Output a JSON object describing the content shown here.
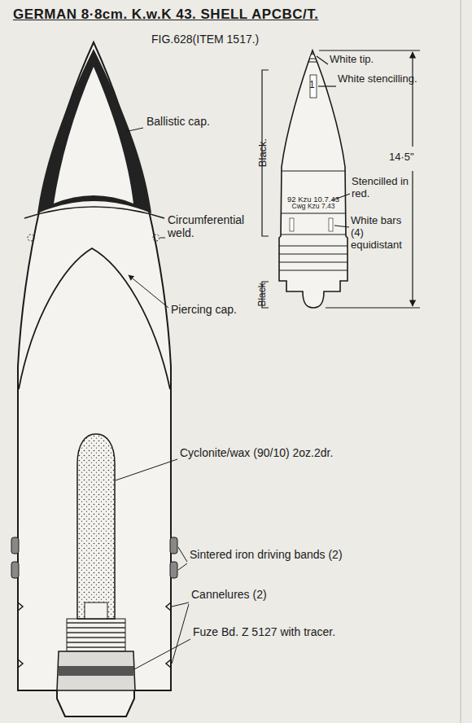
{
  "diagram": {
    "title": "GERMAN 8·8cm. K.w.K 43. SHELL APCBC/T.",
    "labels": [
      "FIG.628(ITEM 1517.)",
      "Ballistic cap.",
      "Circumferential weld.",
      "Piercing cap.",
      "Cyclonite/wax (90/10) 2oz.2dr.",
      "Sintered iron driving bands (2)",
      "Cannelures (2)",
      "Fuze Bd. Z 5127 with tracer.",
      "White tip.",
      "1",
      "White stencilling.",
      "Black.",
      "14·5\"",
      "Stencilled in red.",
      "92 Kzu 10.7.43",
      "Cwg Kzu 7.43",
      "White bars (4) equidistant",
      "Black"
    ]
  }
}
